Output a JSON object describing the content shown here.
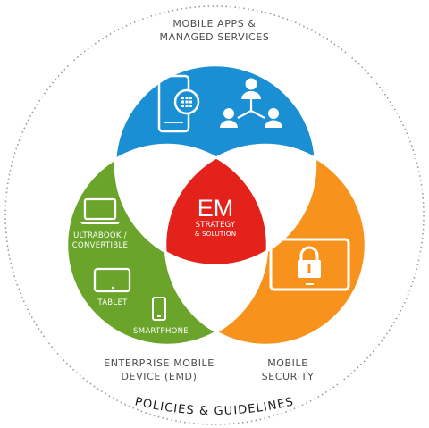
{
  "labels": {
    "mobile_apps": [
      "MOBILE APPS &",
      "MANAGED SERVICES"
    ],
    "emd": [
      "ENTERPRISE MOBILE",
      "DEVICE (EMD)"
    ],
    "security": [
      "MOBILE",
      "SECURITY"
    ],
    "policies": "POLICIES & GUIDELINES"
  },
  "devices": {
    "ultrabook": [
      "ULTRABOOK /",
      "CONVERTIBLE"
    ],
    "tablet": "TABLET",
    "smartphone": "SMARTPHONE"
  },
  "center": {
    "title": "EM",
    "line1": "STRATEGY",
    "line2": "& SOLUTION"
  },
  "icons": [
    "smartphone-grid-icon",
    "people-network-icon",
    "laptop-icon",
    "tablet-icon",
    "smartphone-icon",
    "tablet-lock-icon"
  ],
  "colors": {
    "blue": "#1a8fd3",
    "green": "#6aa42a",
    "orange": "#f7931d",
    "red": "#e3231b",
    "caption": "#4d4d4d"
  }
}
